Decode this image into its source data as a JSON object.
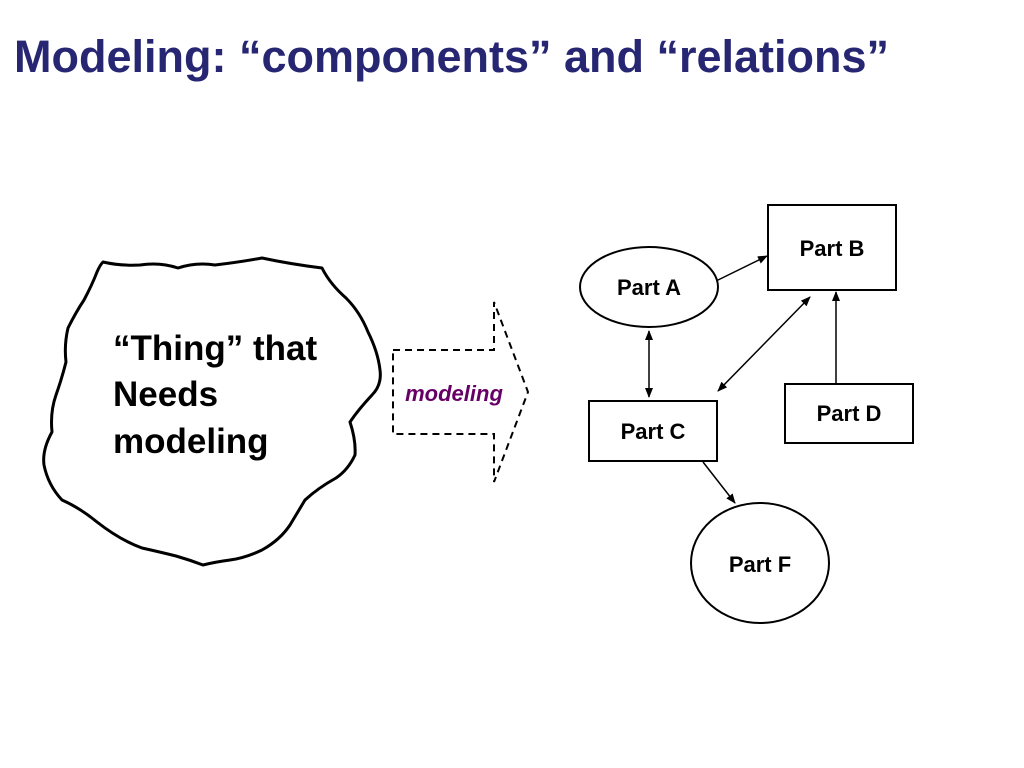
{
  "slide": {
    "title": "Modeling: “components” and “relations”"
  },
  "thing": {
    "lines": [
      "“Thing” that",
      "Needs",
      "modeling"
    ]
  },
  "transform_arrow": {
    "label": "modeling"
  },
  "parts": {
    "a": "Part A",
    "b": "Part B",
    "c": "Part C",
    "d": "Part D",
    "f": "Part F"
  },
  "relations": [
    {
      "from": "Part A",
      "to": "Part B",
      "direction": "to-target"
    },
    {
      "from": "Part A",
      "to": "Part C",
      "direction": "both"
    },
    {
      "from": "Part C",
      "to": "Part B",
      "direction": "both"
    },
    {
      "from": "Part D",
      "to": "Part B",
      "direction": "to-target"
    },
    {
      "from": "Part C",
      "to": "Part F",
      "direction": "to-target"
    }
  ],
  "colors": {
    "title": "#262673",
    "arrow_label": "#660066",
    "stroke": "#000000"
  }
}
